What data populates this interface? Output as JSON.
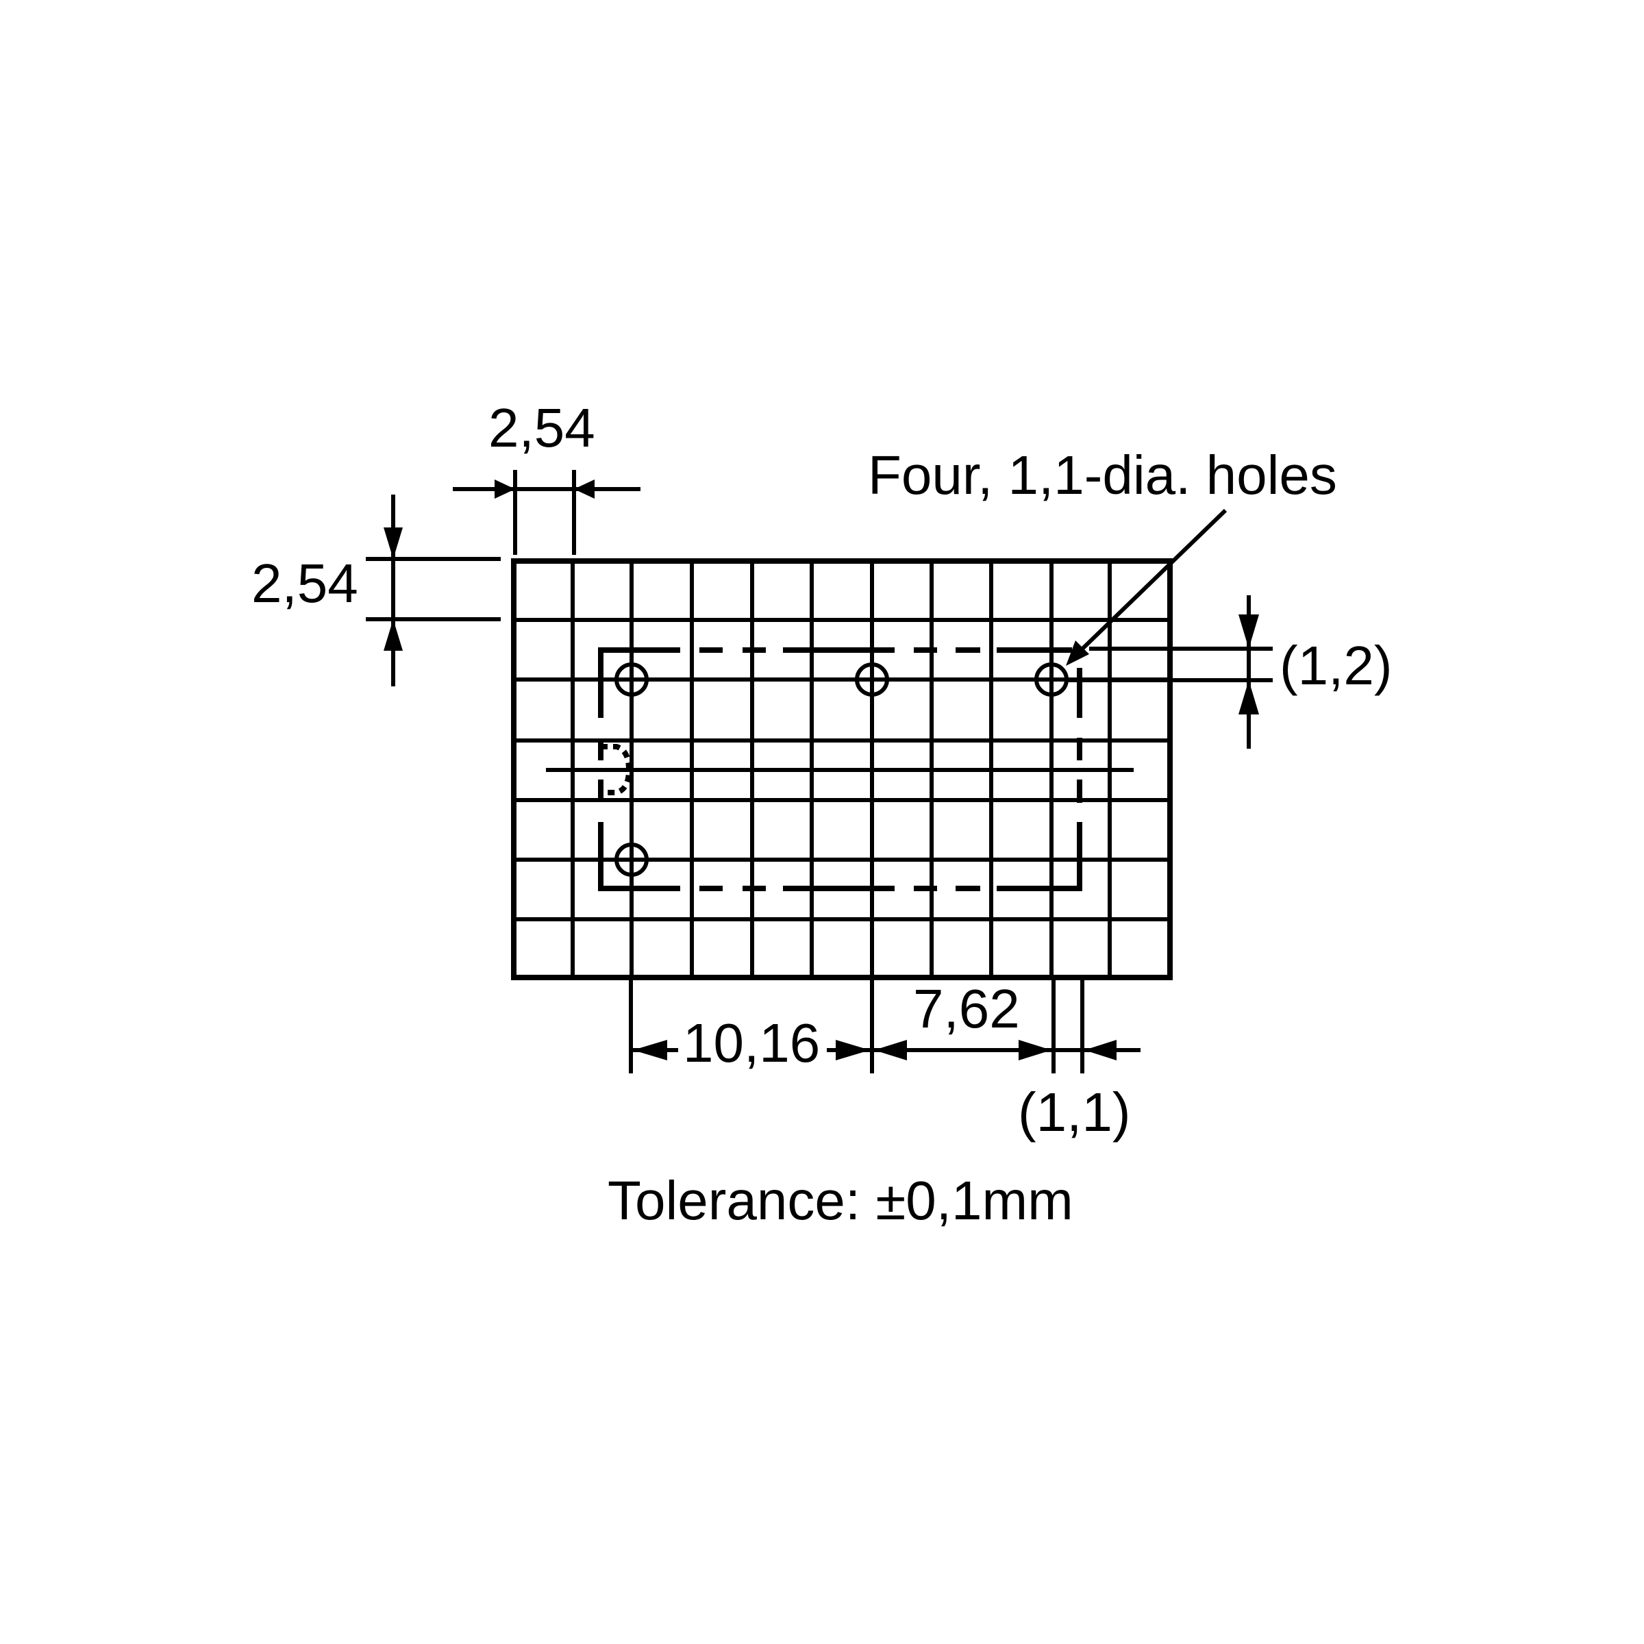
{
  "drawing": {
    "type": "PCB hole layout (bottom view)",
    "colors": {
      "ink": "#000000",
      "background": "#ffffff"
    },
    "grid": {
      "pitch_label": "2,54",
      "columns": 11,
      "rows": 7
    },
    "dimensions": {
      "horizontal_pitch": "2,54",
      "vertical_pitch": "2,54",
      "pin_spacing_a": "10,16",
      "pin_spacing_b": "7,62",
      "offset_x": "(1,1)",
      "offset_y": "(1,2)"
    },
    "callout": "Four, 1,1-dia. holes",
    "tolerance": "Tolerance: ±0,1mm",
    "holes": 4
  }
}
